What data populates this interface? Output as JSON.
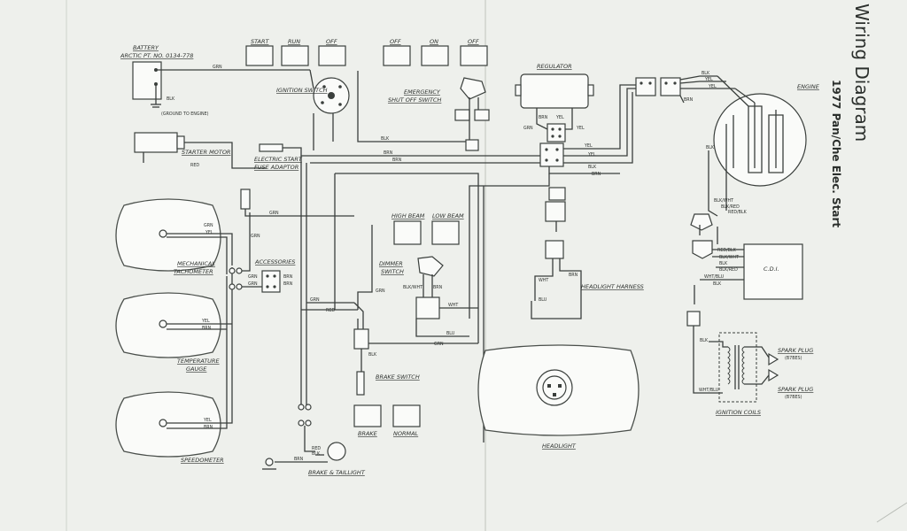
{
  "title": "Wiring Diagram",
  "subtitle": "1977 Pan/Che Elec. Start",
  "labels": {
    "battery": "BATTERY",
    "battery_part": "ARCTIC PT. NO. 0134-778",
    "ground": "(GROUND TO ENGINE)",
    "starter_motor": "STARTER MOTOR",
    "ignition_switch": "IGNITION SWITCH",
    "electric_start": "ELECTRIC START",
    "fuse_adaptor": "FUSE ADAPTOR",
    "emergency": "EMERGENCY",
    "shut_off": "SHUT OFF SWITCH",
    "regulator": "REGULATOR",
    "engine": "ENGINE",
    "high_beam": "HIGH BEAM",
    "low_beam": "LOW BEAM",
    "dimmer": "DIMMER",
    "dimmer_switch": "SWITCH",
    "mechanical": "MECHANICAL",
    "tachometer": "TACHOMETER",
    "accessories": "ACCESSORIES",
    "temperature": "TEMPERATURE",
    "gauge": "GAUGE",
    "speedometer": "SPEEDOMETER",
    "brake_switch": "BRAKE SWITCH",
    "brake": "BRAKE",
    "normal": "NORMAL",
    "brake_taillight": "BRAKE & TAILLIGHT",
    "headlight": "HEADLIGHT",
    "headlight_harness": "HEADLIGHT HARNESS",
    "cdi": "C.D.I.",
    "spark_plug": "SPARK PLUG",
    "spark_sub": "(B7BES)",
    "ignition_coils": "IGNITION COILS"
  },
  "switch_positions": {
    "start": "START",
    "run": "RUN",
    "off": "OFF",
    "on": "ON"
  },
  "wire_colors": {
    "grn": "GRN",
    "blk": "BLK",
    "red": "RED",
    "brn": "BRN",
    "yel": "YEL",
    "wht": "WHT",
    "blu": "BLU",
    "blk_wht": "BLK/WHT",
    "blk_red": "BLK/RED",
    "red_blk": "RED/BLK",
    "wht_blu": "WHT/BLU",
    "blk_wht_lower": "BLK/WHT"
  }
}
